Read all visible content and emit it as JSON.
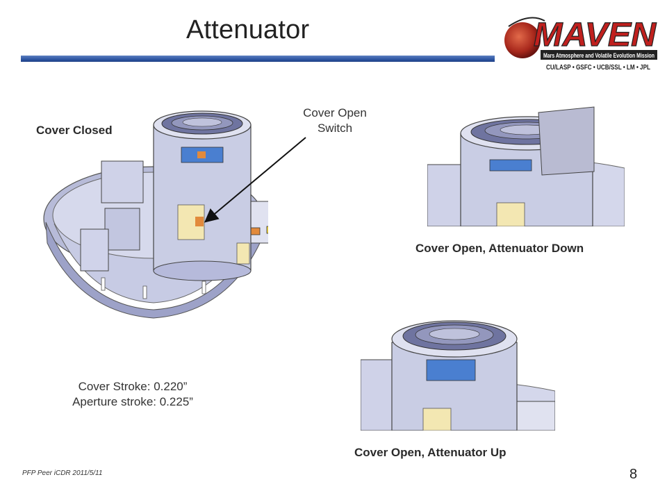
{
  "slide": {
    "title": "Attenuator",
    "page_number": "8",
    "footer": "PFP Peer iCDR 2011/5/11"
  },
  "logo": {
    "wordmark": "MAVEN",
    "subtitle": "Mars Atmosphere and Volatile Evolution Mission",
    "partners": "CU/LASP • GSFC • UCB/SSL • LM • JPL"
  },
  "labels": {
    "cover_closed": "Cover Closed",
    "switch_line1": "Cover Open",
    "switch_line2": "Switch",
    "open_down": "Cover Open, Attenuator Down",
    "open_up": "Cover Open, Attenuator Up",
    "stroke_line1": "Cover Stroke: 0.220”",
    "stroke_line2": "Aperture stroke: 0.225”"
  },
  "colors": {
    "title_bar": "#2e56a3",
    "metal": "#c9cde4",
    "metal_dark": "#8d92b8",
    "blue_part": "#4a7fd0",
    "orange_part": "#e28a3c",
    "yellow_part": "#f0d23c",
    "logo_red": "#c0201e"
  }
}
